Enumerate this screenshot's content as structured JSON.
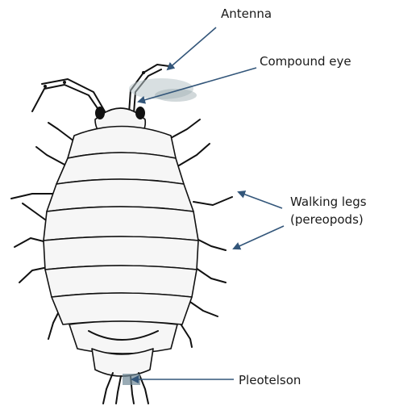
{
  "labels": {
    "antenna": "Antenna",
    "compound_eye": "Compound eye",
    "walking_legs_line1": "Walking legs",
    "walking_legs_line2": "(pereopods)",
    "pleotelson": "Pleotelson"
  },
  "colors": {
    "arrow": "#33567a",
    "outline": "#111111",
    "stipple": "#555555",
    "blur_patch": "#b8c4c8"
  }
}
